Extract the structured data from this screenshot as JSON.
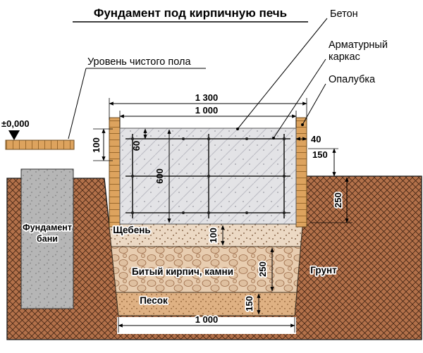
{
  "title": "Фундамент под кирпичную печь",
  "callouts": {
    "concrete": "Бетон",
    "rebar_line1": "Арматурный",
    "rebar_line2": "каркас",
    "formwork": "Опалубка",
    "floor_level": "Уровень чистого пола",
    "zero_level": "±0,000"
  },
  "materials": {
    "bath_foundation_line1": "Фундамент",
    "bath_foundation_line2": "бани",
    "gravel": "Щебень",
    "broken_brick": "Битый кирпич, камни",
    "sand": "Песок",
    "soil": "Грунт"
  },
  "dimensions": {
    "width_outer": "1 300",
    "width_inner": "1 000",
    "floor_offset": "100",
    "rebar_cover": "60",
    "concrete_height": "600",
    "formwork_thickness": "40",
    "above_ground": "150",
    "below_ground": "250",
    "gravel_thickness": "100",
    "brick_layer_thickness": "250",
    "sand_thickness": "150",
    "bottom_width": "1 000"
  },
  "colors": {
    "soil": "#b3714a",
    "formwork": "#dda35e",
    "concrete": "#e3e3e6",
    "gravel_layer": "#ecd9c4",
    "brick_layer": "#e8cdb0",
    "sand_layer": "#dfb183",
    "bath_foundation": "#b6b6b6"
  }
}
